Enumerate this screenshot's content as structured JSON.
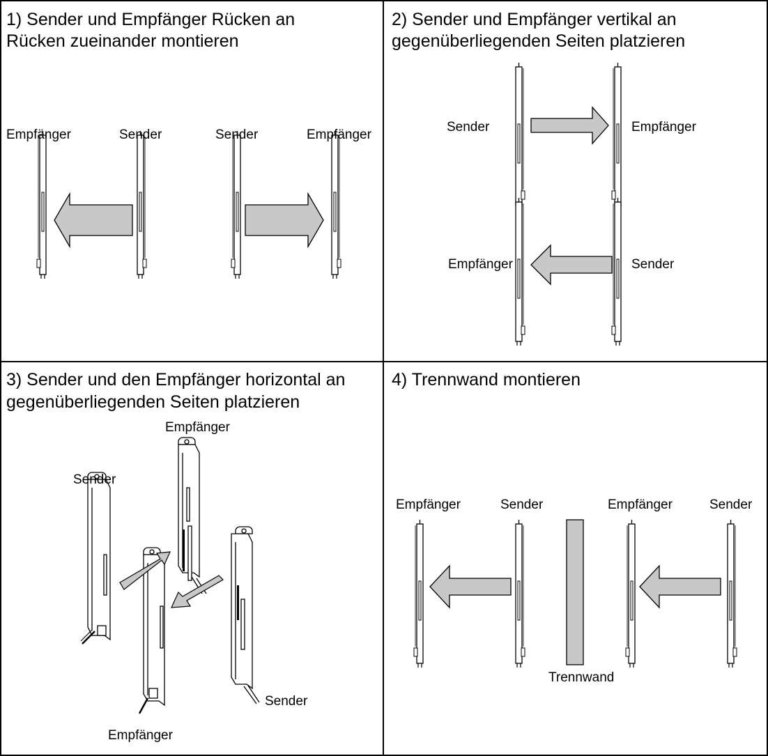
{
  "panels": [
    {
      "title_line1": "1) Sender und Empfänger Rücken an",
      "title_line2": "Rücken zueinander montieren",
      "labels": [
        "Empfänger",
        "Sender",
        "Sender",
        "Empfänger"
      ]
    },
    {
      "title_line1": "2) Sender und Empfänger vertikal an",
      "title_line2": "gegenüberliegenden Seiten platzieren",
      "labels": [
        "Sender",
        "Empfänger",
        "Empfänger",
        "Sender"
      ]
    },
    {
      "title_line1": "3) Sender und den Empfänger horizontal an",
      "title_line2": "gegenüberliegenden Seiten platzieren",
      "labels": [
        "Empfänger",
        "Sender",
        "Sender",
        "Empfänger"
      ]
    },
    {
      "title_line1": "4) Trennwand montieren",
      "labels": [
        "Empfänger",
        "Sender",
        "Empfänger",
        "Sender"
      ],
      "partition_label": "Trennwand"
    }
  ],
  "colors": {
    "arrow_fill": "#c8c8c8",
    "partition_fill": "#c8c8c8",
    "line": "#000000"
  }
}
